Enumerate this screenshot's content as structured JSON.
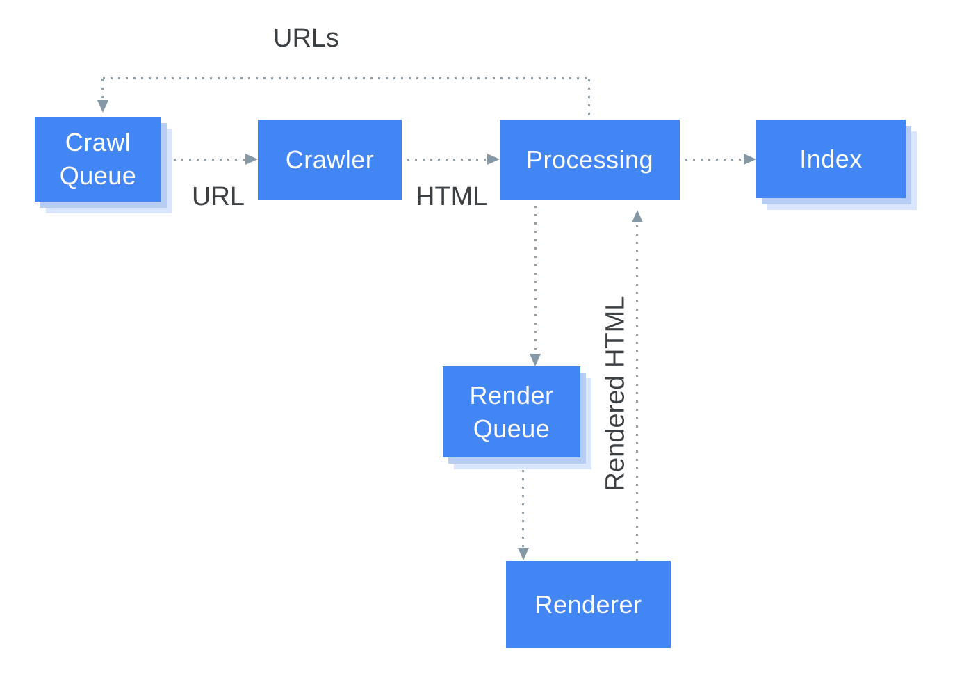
{
  "diagram": {
    "type": "flowchart",
    "nodes": [
      {
        "id": "crawl-queue",
        "label": "Crawl Queue"
      },
      {
        "id": "crawler",
        "label": "Crawler"
      },
      {
        "id": "processing",
        "label": "Processing"
      },
      {
        "id": "index",
        "label": "Index"
      },
      {
        "id": "render-queue",
        "label": "Render Queue"
      },
      {
        "id": "renderer",
        "label": "Renderer"
      }
    ],
    "edges": [
      {
        "from": "crawl-queue",
        "to": "crawler",
        "label": "URL",
        "style": "dotted-arrow"
      },
      {
        "from": "crawler",
        "to": "processing",
        "label": "HTML",
        "style": "dotted-arrow"
      },
      {
        "from": "processing",
        "to": "index",
        "label": "",
        "style": "dotted-arrow"
      },
      {
        "from": "processing",
        "to": "crawl-queue",
        "label": "URLs",
        "style": "dotted-arrow"
      },
      {
        "from": "processing",
        "to": "render-queue",
        "label": "",
        "style": "dotted-arrow"
      },
      {
        "from": "render-queue",
        "to": "renderer",
        "label": "",
        "style": "dotted-arrow"
      },
      {
        "from": "renderer",
        "to": "processing",
        "label": "Rendered HTML",
        "style": "dotted-arrow"
      }
    ],
    "colors": {
      "node_fill": "#4285F4",
      "node_text": "#FFFFFF",
      "node_shadow_inner": "#B7CDF4",
      "node_shadow_outer": "#D9E5FA",
      "connector": "#8DA0AD",
      "arrowhead": "#8598A6",
      "label_text": "#3C4043"
    }
  }
}
